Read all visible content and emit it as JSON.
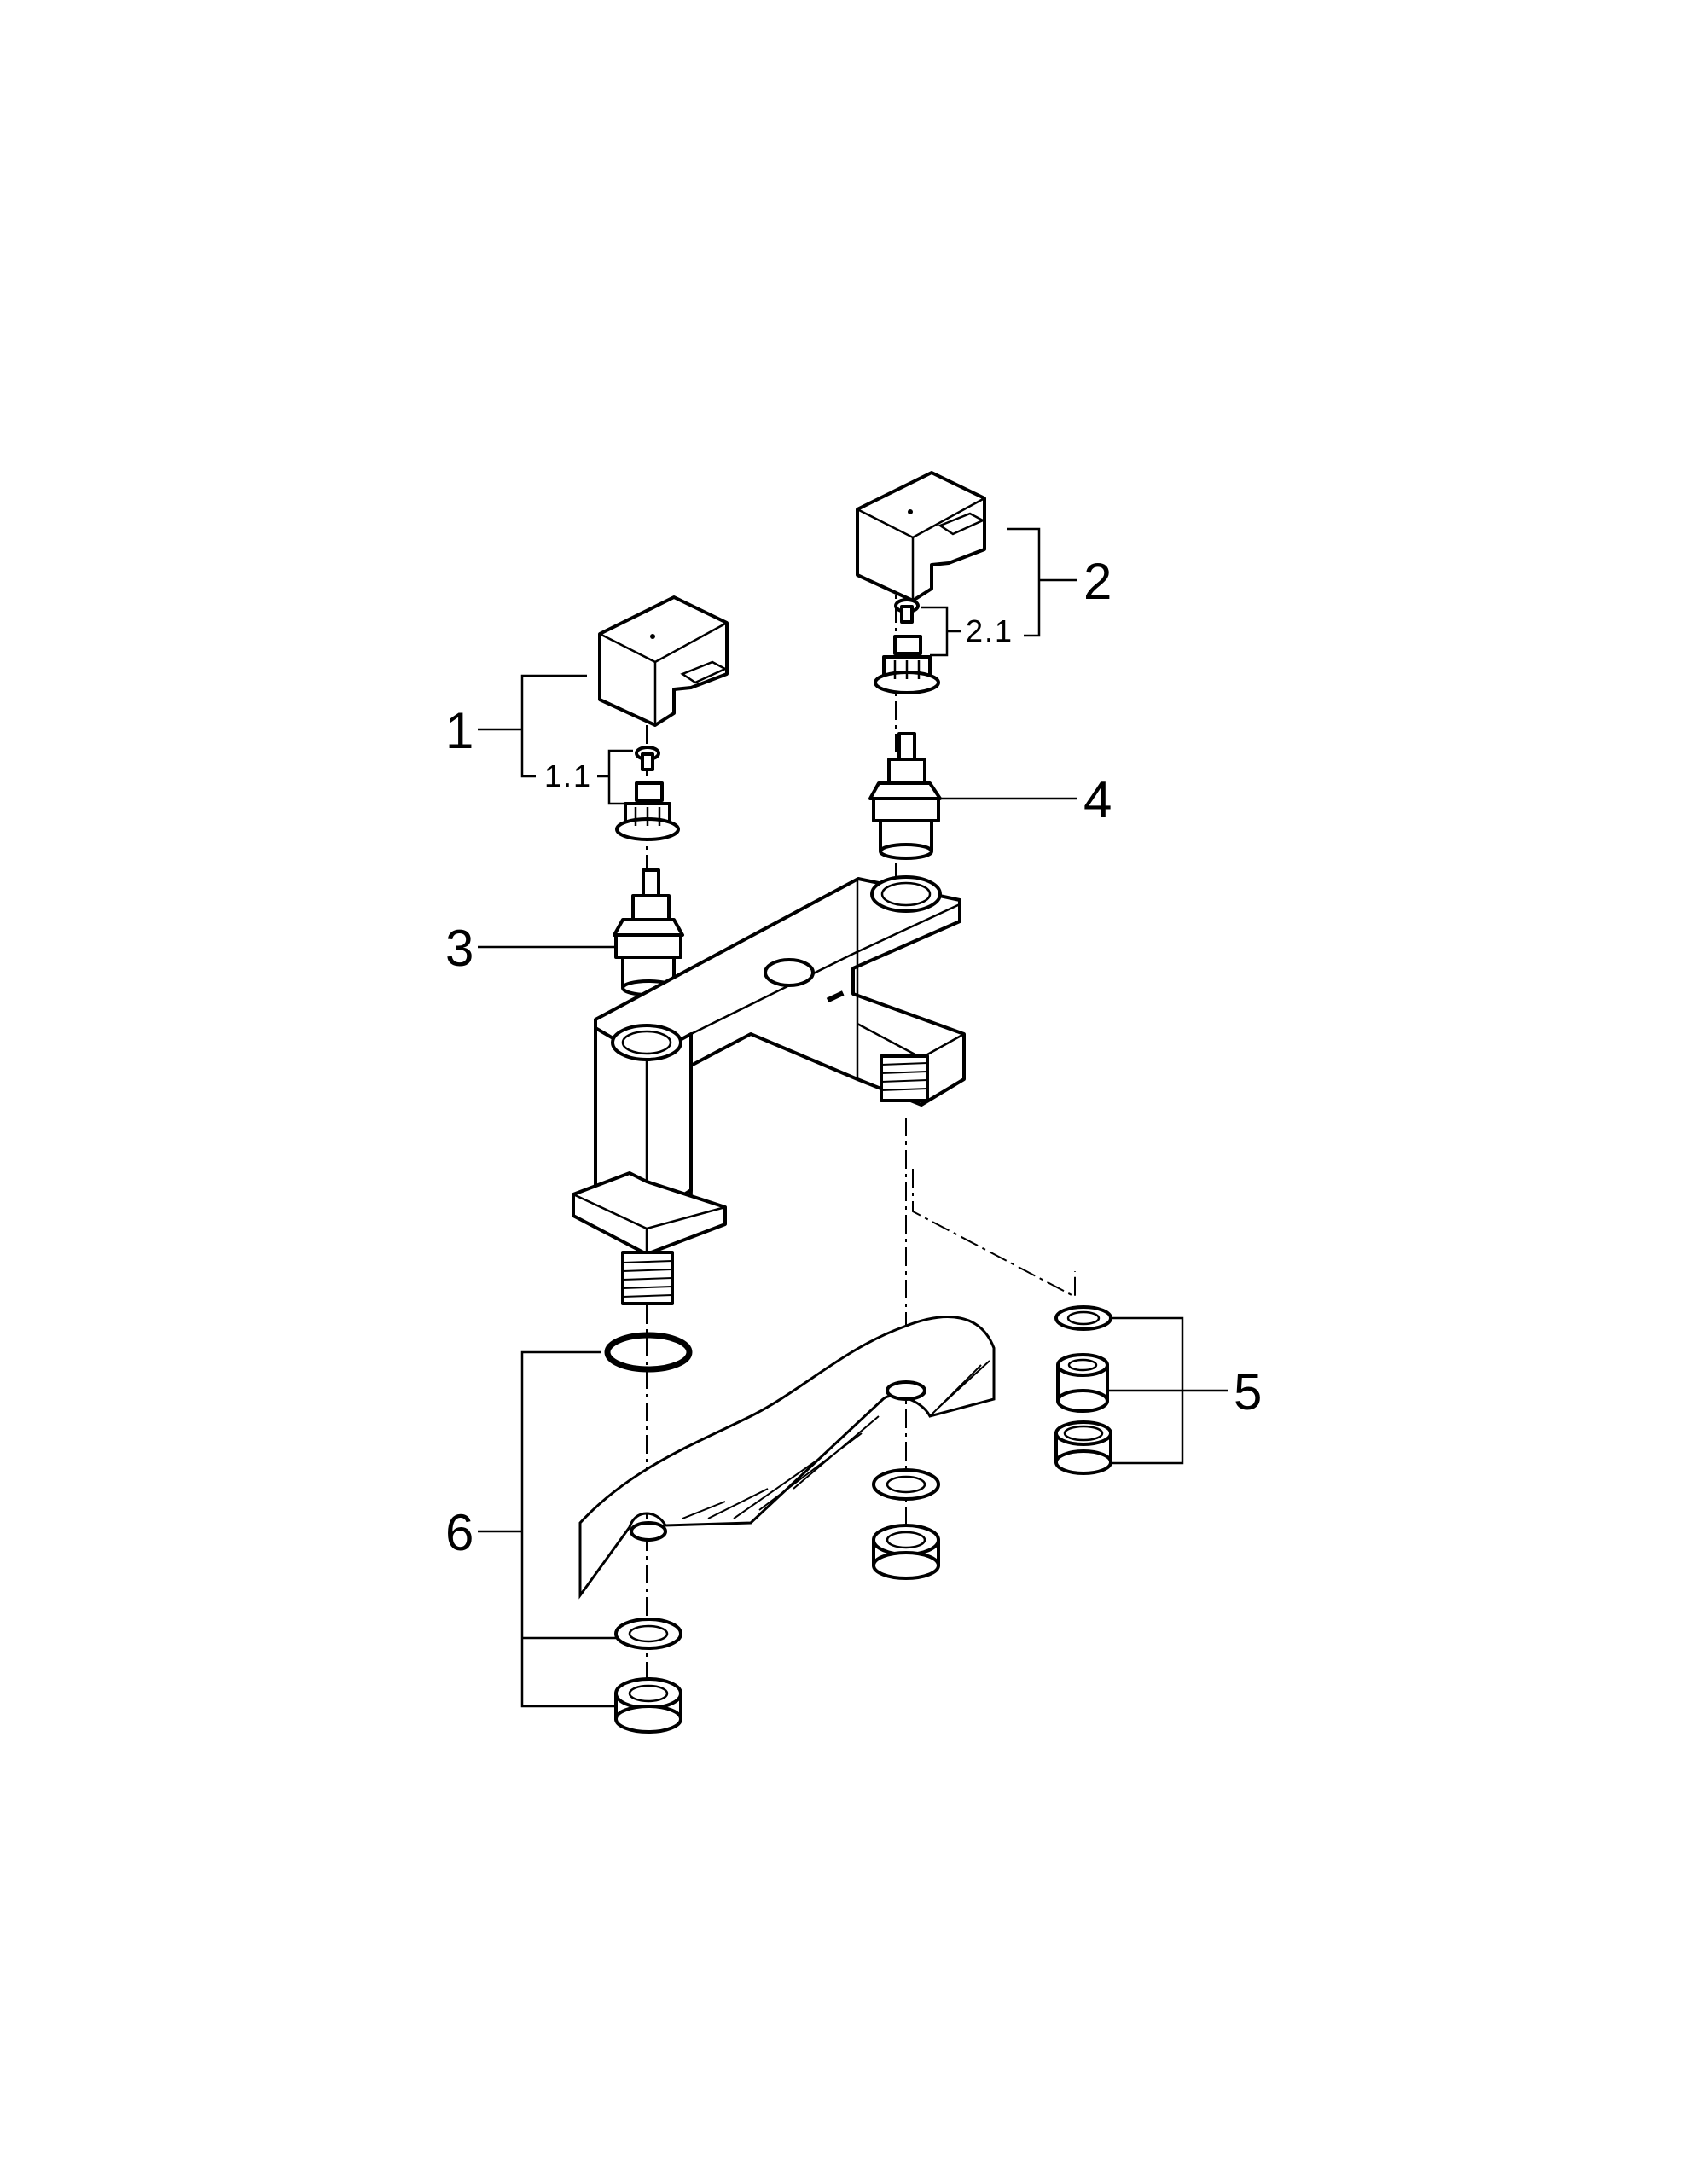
{
  "diagram": {
    "callouts": [
      {
        "id": "1",
        "text": "1"
      },
      {
        "id": "1.1",
        "text": "1.1"
      },
      {
        "id": "2",
        "text": "2"
      },
      {
        "id": "2.1",
        "text": "2.1"
      },
      {
        "id": "3",
        "text": "3"
      },
      {
        "id": "4",
        "text": "4"
      },
      {
        "id": "5",
        "text": "5"
      },
      {
        "id": "6",
        "text": "6"
      }
    ]
  }
}
